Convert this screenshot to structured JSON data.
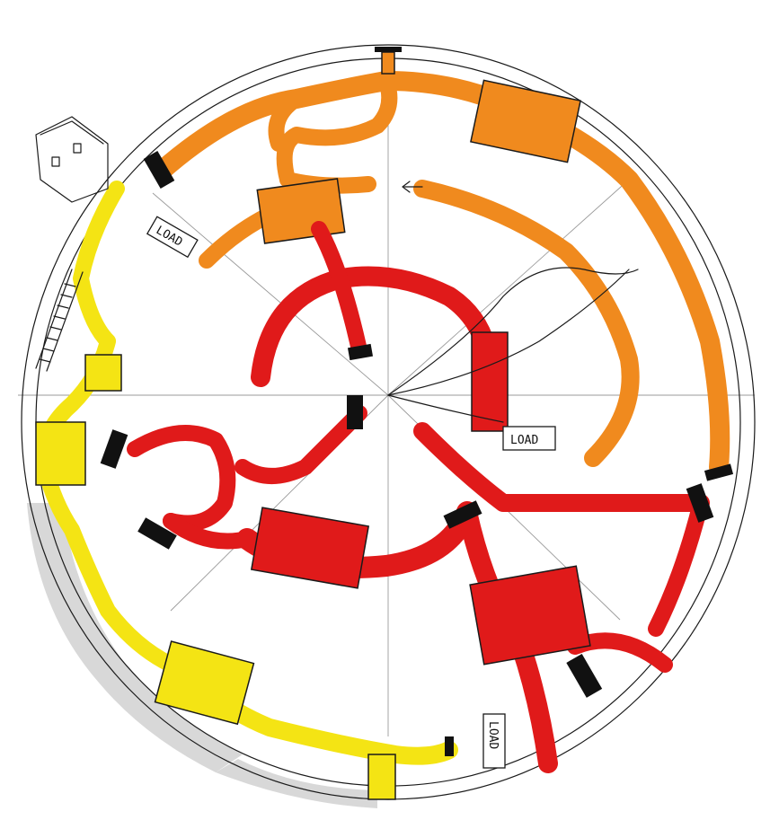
{
  "colors": {
    "zone_orange": "#f08a1e",
    "zone_red": "#e01a1a",
    "zone_yellow": "#f4e414",
    "ink": "#1a1a1a",
    "pencil": "#9a9a9a"
  },
  "labels": {
    "load_top_left": "LOAD",
    "load_center_right": "LOAD",
    "load_bottom": "LOAD"
  },
  "icons": [
    "house-icon",
    "arrow-left-icon",
    "door-marker-icon",
    "stairs-icon"
  ]
}
